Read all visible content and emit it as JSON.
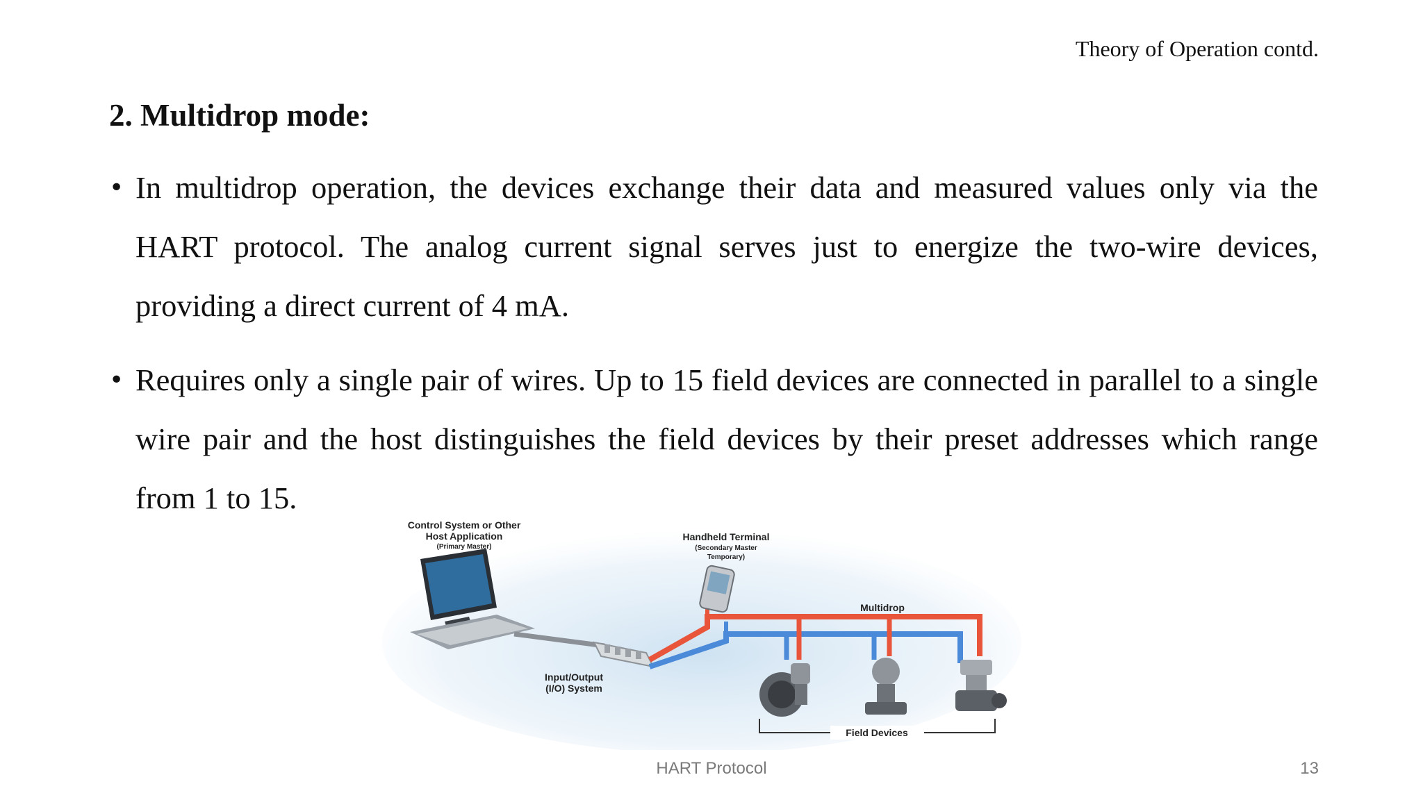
{
  "header": {
    "text": "Theory of Operation contd."
  },
  "title": "2. Multidrop mode:",
  "bullets": [
    {
      "marker": "•",
      "text": " In multidrop operation, the devices exchange their data and measured values only via the HART protocol. The analog current signal serves just to energize the two-wire devices, providing a direct current of 4 mA."
    },
    {
      "marker": "•",
      "text": "Requires only a single pair of wires. Up to 15 field devices are connected in parallel to a single wire pair and the host distinguishes the field devices by their preset addresses which range from 1 to 15."
    }
  ],
  "diagram": {
    "host_label_1": "Control System or Other",
    "host_label_2": "Host Application",
    "host_label_3": "(Primary Master)",
    "handheld_label_1": "Handheld Terminal",
    "handheld_label_2": "(Secondary Master",
    "handheld_label_3": "Temporary)",
    "multidrop_label": "Multidrop",
    "io_label_1": "Input/Output",
    "io_label_2": "(I/O) System",
    "field_label": "Field Devices",
    "colors": {
      "wire_red": "#e8553a",
      "wire_blue": "#4a8ad8",
      "background_glow": "#d6e8f4"
    }
  },
  "footer": {
    "center": "HART Protocol",
    "page_number": "13"
  }
}
